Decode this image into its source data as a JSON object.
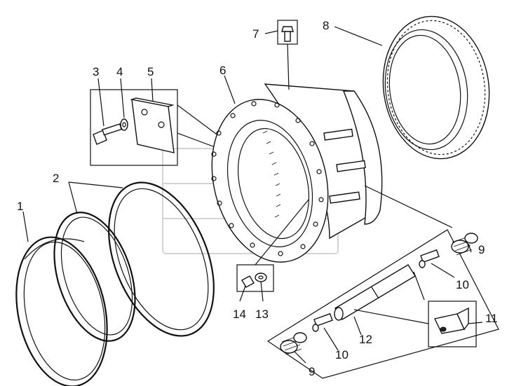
{
  "callouts": [
    {
      "id": "p1",
      "text": "1"
    },
    {
      "id": "p2",
      "text": "2"
    },
    {
      "id": "p3",
      "text": "3"
    },
    {
      "id": "p4",
      "text": "4"
    },
    {
      "id": "p5",
      "text": "5"
    },
    {
      "id": "p6",
      "text": "6"
    },
    {
      "id": "p7",
      "text": "7"
    },
    {
      "id": "p8",
      "text": "8"
    },
    {
      "id": "p9a",
      "text": "9"
    },
    {
      "id": "p9b",
      "text": "9"
    },
    {
      "id": "p10a",
      "text": "10"
    },
    {
      "id": "p10b",
      "text": "10"
    },
    {
      "id": "p11",
      "text": "11"
    },
    {
      "id": "p12",
      "text": "12"
    },
    {
      "id": "p13",
      "text": "13"
    },
    {
      "id": "p14",
      "text": "14"
    }
  ]
}
